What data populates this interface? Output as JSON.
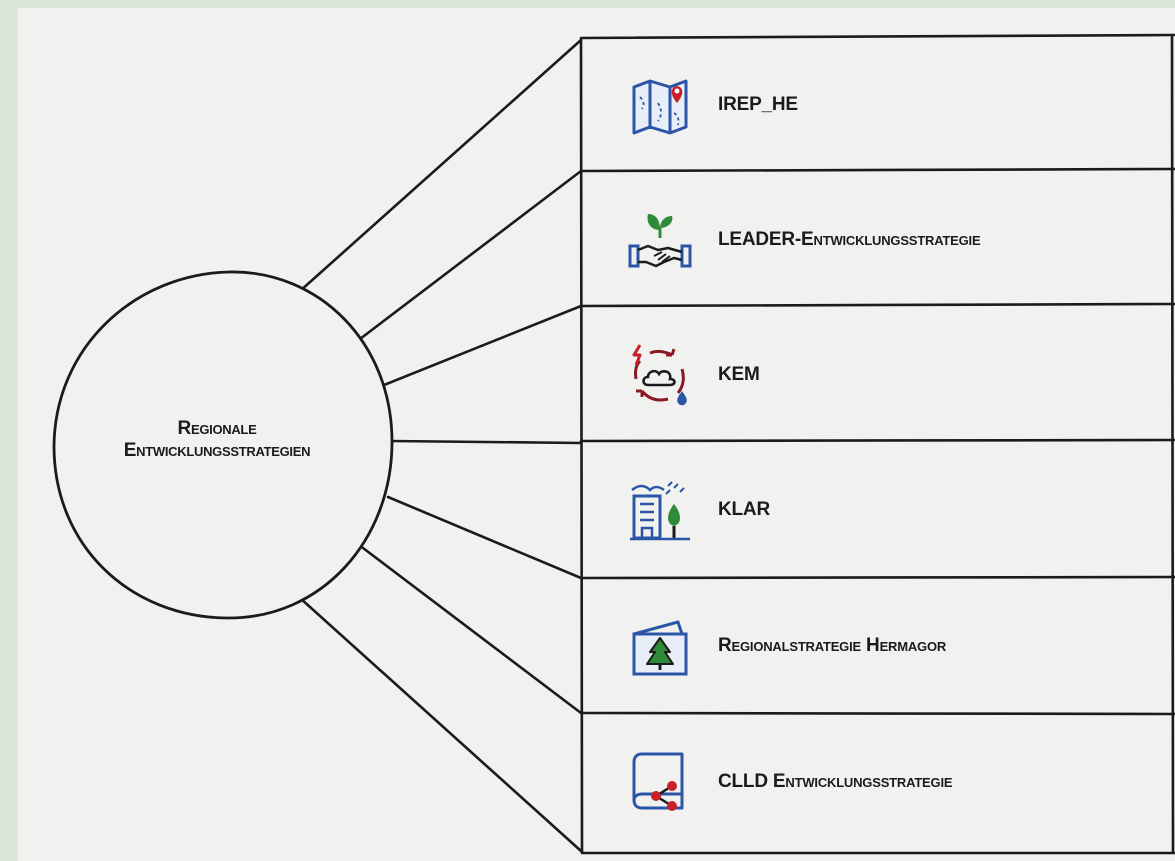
{
  "hub": {
    "line1": "Regionale",
    "line2": "Entwicklungsstrategien"
  },
  "strategies": [
    {
      "label": "IREP_HE",
      "icon": "map-pin-icon"
    },
    {
      "label": "LEADER-Entwicklungsstrategie",
      "icon": "handshake-sprout-icon"
    },
    {
      "label": "KEM",
      "icon": "climate-cycle-icon"
    },
    {
      "label": "KLAR",
      "icon": "building-rain-tree-icon"
    },
    {
      "label": "Regionalstrategie Hermagor",
      "icon": "tree-booklet-icon"
    },
    {
      "label": "CLLD Entwicklungsstrategie",
      "icon": "book-share-icon"
    }
  ],
  "colors": {
    "background": "#f1f2ef",
    "frame": "#dbe7d6",
    "ink": "#1b1b1b",
    "icon_blue": "#2b56a8",
    "icon_green": "#2f8a3a",
    "icon_red": "#c8202a"
  }
}
